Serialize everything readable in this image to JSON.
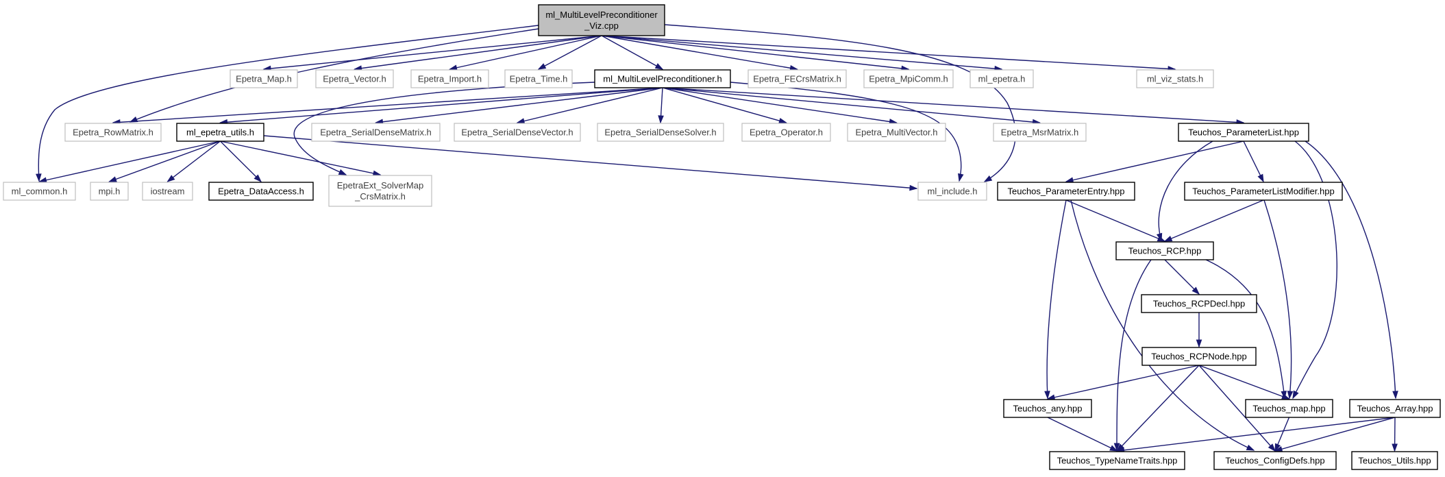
{
  "graph": {
    "nodes": {
      "root": [
        "ml_MultiLevelPreconditioner",
        "_Viz.cpp"
      ],
      "epetra_map": [
        "Epetra_Map.h"
      ],
      "epetra_vector": [
        "Epetra_Vector.h"
      ],
      "epetra_import": [
        "Epetra_Import.h"
      ],
      "epetra_time": [
        "Epetra_Time.h"
      ],
      "ml_mlp": [
        "ml_MultiLevelPreconditioner.h"
      ],
      "epetra_fecrs": [
        "Epetra_FECrsMatrix.h"
      ],
      "epetra_mpicomm": [
        "Epetra_MpiComm.h"
      ],
      "ml_epetra": [
        "ml_epetra.h"
      ],
      "ml_viz_stats": [
        "ml_viz_stats.h"
      ],
      "epetra_rowmatrix": [
        "Epetra_RowMatrix.h"
      ],
      "ml_epetra_utils": [
        "ml_epetra_utils.h"
      ],
      "epetra_sdm": [
        "Epetra_SerialDenseMatrix.h"
      ],
      "epetra_sdv": [
        "Epetra_SerialDenseVector.h"
      ],
      "epetra_sds": [
        "Epetra_SerialDenseSolver.h"
      ],
      "epetra_operator": [
        "Epetra_Operator.h"
      ],
      "epetra_multivector": [
        "Epetra_MultiVector.h"
      ],
      "epetra_msr": [
        "Epetra_MsrMatrix.h"
      ],
      "teuchos_pl": [
        "Teuchos_ParameterList.hpp"
      ],
      "ml_common": [
        "ml_common.h"
      ],
      "mpi": [
        "mpi.h"
      ],
      "iostream": [
        "iostream"
      ],
      "epetra_dataaccess": [
        "Epetra_DataAccess.h"
      ],
      "epetraext_solvermap": [
        "EpetraExt_SolverMap",
        "_CrsMatrix.h"
      ],
      "ml_include": [
        "ml_include.h"
      ],
      "teuchos_pe": [
        "Teuchos_ParameterEntry.hpp"
      ],
      "teuchos_plm": [
        "Teuchos_ParameterListModifier.hpp"
      ],
      "teuchos_rcp": [
        "Teuchos_RCP.hpp"
      ],
      "teuchos_rcpdecl": [
        "Teuchos_RCPDecl.hpp"
      ],
      "teuchos_rcpnode": [
        "Teuchos_RCPNode.hpp"
      ],
      "teuchos_any": [
        "Teuchos_any.hpp"
      ],
      "teuchos_map": [
        "Teuchos_map.hpp"
      ],
      "teuchos_array": [
        "Teuchos_Array.hpp"
      ],
      "teuchos_tnt": [
        "Teuchos_TypeNameTraits.hpp"
      ],
      "teuchos_configdefs": [
        "Teuchos_ConfigDefs.hpp"
      ],
      "teuchos_utils": [
        "Teuchos_Utils.hpp"
      ]
    }
  }
}
